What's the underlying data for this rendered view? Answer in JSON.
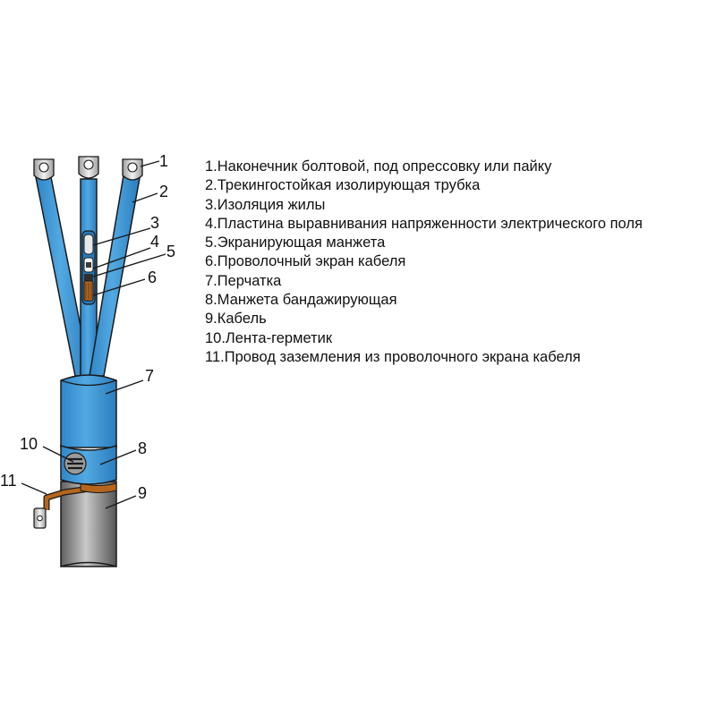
{
  "callouts": [
    "1",
    "2",
    "3",
    "4",
    "5",
    "6",
    "7",
    "8",
    "9",
    "10",
    "11"
  ],
  "legend": [
    "1.Наконечник болтовой, под опрессовку или пайку",
    "2.Трекингостойкая изолирующая трубка",
    "3.Изоляция жилы",
    "4.Пластина выравнивания напряженности электрического поля",
    "5.Экранирующая манжета",
    "6.Проволочный экран кабеля",
    "7.Перчатка",
    "8.Манжета бандажирующая",
    "9.Кабель",
    "10.Лента-герметик",
    "11.Провод заземления из проволочного экрана кабеля"
  ],
  "colors": {
    "sleeve": "#3f97d4",
    "sleeve_dark": "#2a79b5",
    "lug": "#c8c8c8",
    "cable": "#8a8a8a",
    "copper": "#b5651d",
    "outline": "#1a1a1a"
  }
}
